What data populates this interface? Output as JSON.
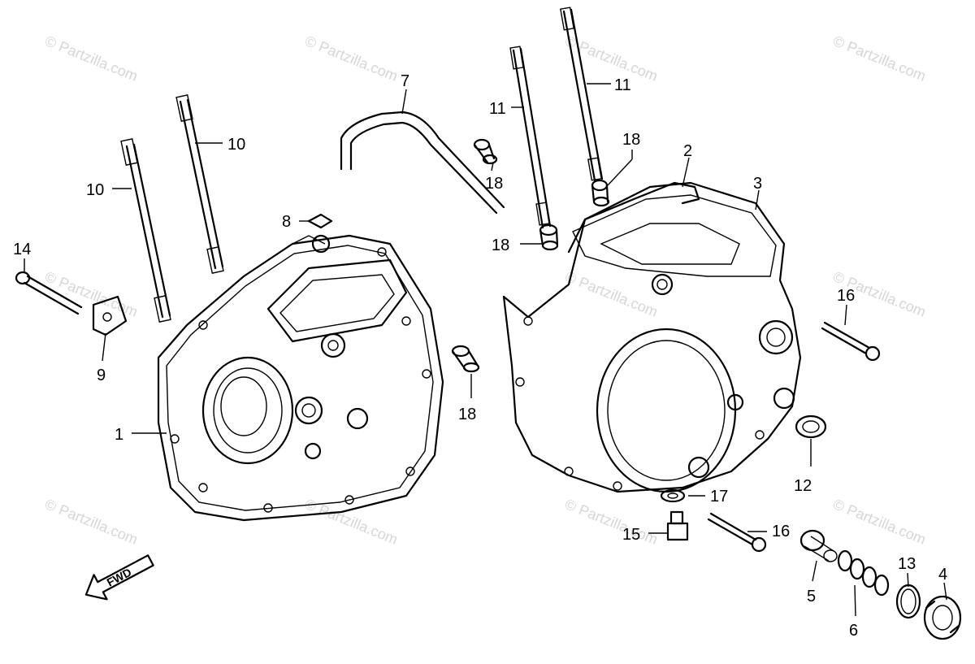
{
  "watermark": {
    "text": "© Partzilla.com"
  },
  "direction": {
    "label": "FWD"
  },
  "callouts": {
    "c1": "1",
    "c2": "2",
    "c3": "3",
    "c4": "4",
    "c5": "5",
    "c6": "6",
    "c7": "7",
    "c8": "8",
    "c9": "9",
    "c10a": "10",
    "c10b": "10",
    "c11a": "11",
    "c11b": "11",
    "c12": "12",
    "c13": "13",
    "c14": "14",
    "c15": "15",
    "c16a": "16",
    "c16b": "16",
    "c17": "17",
    "c18a": "18",
    "c18b": "18",
    "c18c": "18",
    "c18d": "18"
  }
}
